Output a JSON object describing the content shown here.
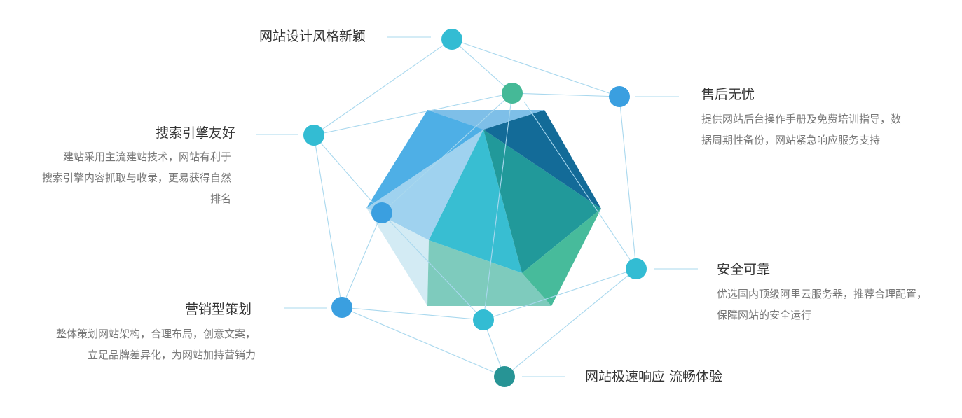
{
  "features": {
    "design": {
      "title": "网站设计风格新颖"
    },
    "aftersale": {
      "title": "售后无忧",
      "desc": [
        "提供网站后台操作手册及免费培训指导，数",
        "据周期性备份，网站紧急响应服务支持"
      ]
    },
    "seo": {
      "title": "搜索引擎友好",
      "desc": [
        "建站采用主流建站技术，网站有利于",
        "搜索引擎内容抓取与收录，更易获得自然",
        "排名"
      ]
    },
    "security": {
      "title": "安全可靠",
      "desc": [
        "优选国内顶级阿里云服务器，推荐合理配置，",
        "保障网站的安全运行"
      ]
    },
    "marketing": {
      "title": "营销型策划",
      "desc": [
        "整体策划网站架构，合理布局，创意文案，",
        "立足品牌差异化，为网站加持营销力"
      ]
    },
    "speed": {
      "title": "网站极速响应 流畅体验"
    }
  },
  "colors": {
    "line": "#a9d8ee",
    "node_cyan": "#33bcd3",
    "node_blue": "#3a9fe0",
    "node_green": "#45b997",
    "node_teal": "#279495"
  }
}
